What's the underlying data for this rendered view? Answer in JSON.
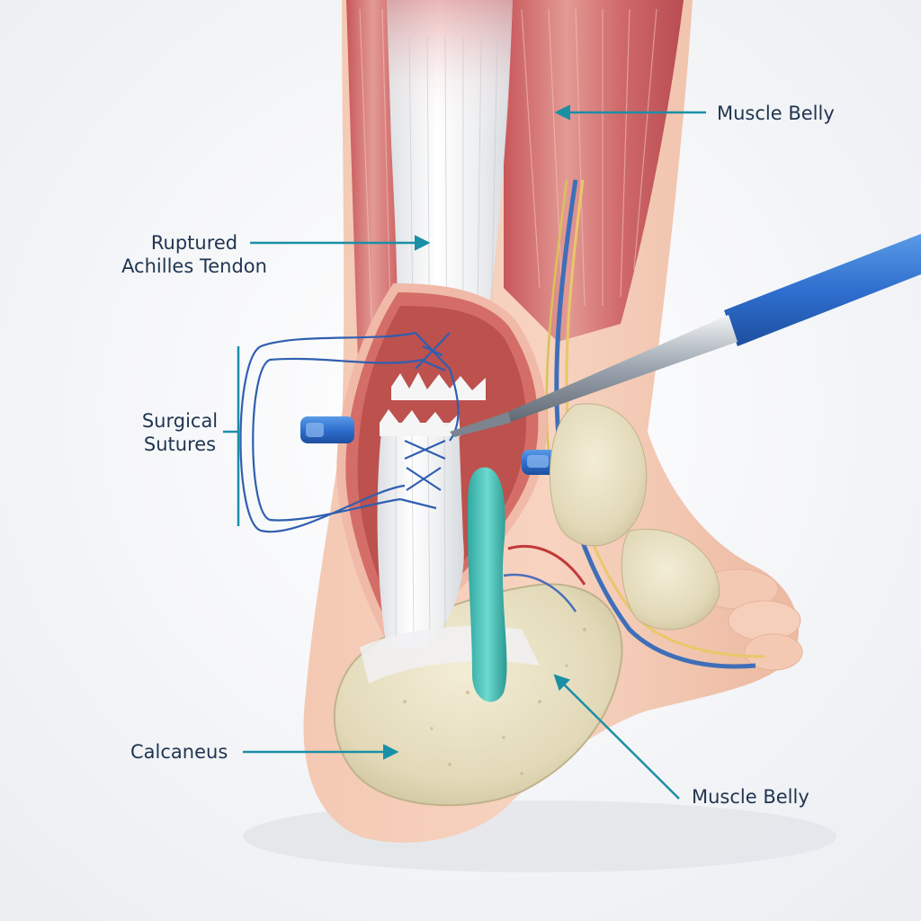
{
  "labels": {
    "muscle_belly_top": "Muscle Belly",
    "ruptured_line1": "Ruptured",
    "ruptured_line2": "Achilles Tendon",
    "sutures_line1": "Surgical",
    "sutures_line2": "Sutures",
    "calcaneus": "Calcaneus",
    "muscle_belly_bottom": "Muscle Belly"
  },
  "colors": {
    "leader": "#1a8fa6",
    "label_text": "#1f3550",
    "suture": "#2f5fb0",
    "instrument_handle": "#2f6fcf"
  }
}
